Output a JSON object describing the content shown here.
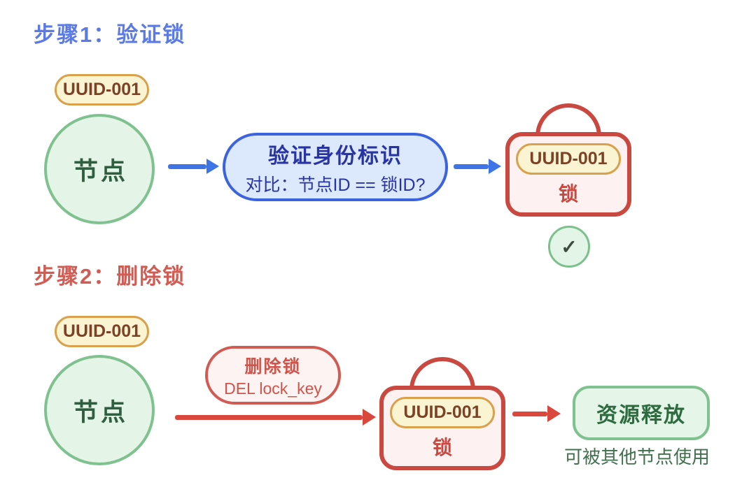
{
  "colors": {
    "heading_blue": "#5b7ae4",
    "heading_red": "#d05c54",
    "arrow_blue": "#3f74e6",
    "arrow_red": "#da473d",
    "verify_fill": "#dce8fb",
    "verify_border": "#3a63dd",
    "verify_text": "#2834a4",
    "node_fill": "#e4f4e6",
    "node_border": "#7fc18f",
    "node_text": "#2f5f40",
    "badge_fill": "#fbf4d3",
    "badge_border": "#d9a14c",
    "badge_text": "#7d4226",
    "lock_fill": "#fdf1f1",
    "lock_border": "#c9483f",
    "release_fill": "#e5f5e8",
    "release_border": "#7fc18f",
    "release_text": "#2e6b40"
  },
  "step1": {
    "heading": "步骤1：验证锁",
    "node": {
      "badge": "UUID-001",
      "label": "节点"
    },
    "verify_box": {
      "title": "验证身份标识",
      "subtitle": "对比：节点ID == 锁ID?"
    },
    "lock": {
      "badge": "UUID-001",
      "label": "锁"
    },
    "check_glyph": "✓"
  },
  "step2": {
    "heading": "步骤2：删除锁",
    "node": {
      "badge": "UUID-001",
      "label": "节点"
    },
    "delete_pill": {
      "title": "删除锁",
      "subtitle": "DEL lock_key"
    },
    "lock": {
      "badge": "UUID-001",
      "label": "锁"
    },
    "release_box": {
      "title": "资源释放",
      "caption": "可被其他节点使用"
    }
  }
}
